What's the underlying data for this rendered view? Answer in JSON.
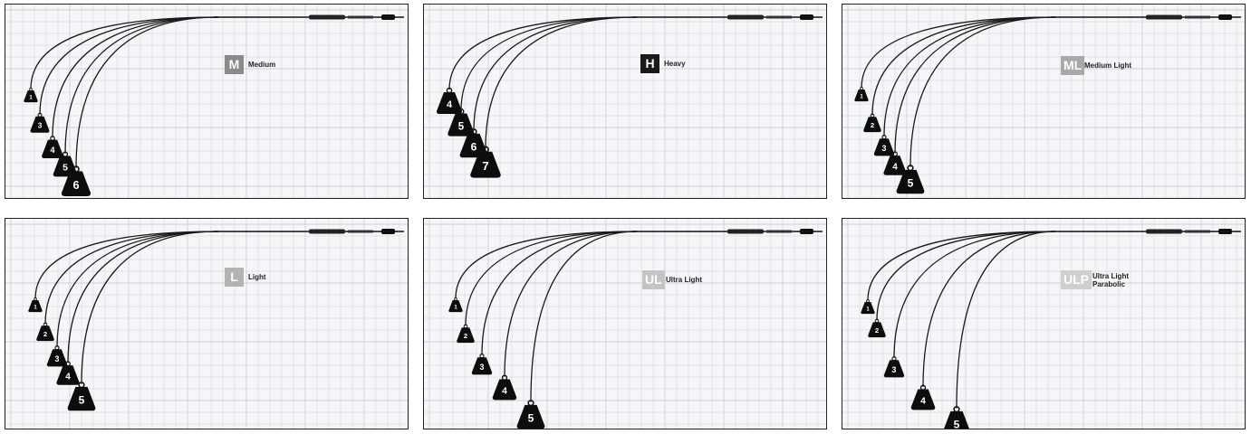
{
  "panels": [
    {
      "code": "M",
      "name": "Medium",
      "badge_color": "#8a8a8a",
      "weights": [
        "1",
        "3",
        "4",
        "5",
        "6"
      ]
    },
    {
      "code": "H",
      "name": "Heavy",
      "badge_color": "#1a1a1a",
      "weights": [
        "4",
        "5",
        "6",
        "7"
      ]
    },
    {
      "code": "ML",
      "name": "Medium Light",
      "badge_color": "#a9a9a9",
      "weights": [
        "1",
        "2",
        "3",
        "4",
        "5"
      ]
    },
    {
      "code": "L",
      "name": "Light",
      "badge_color": "#b3b3b3",
      "weights": [
        "1",
        "2",
        "3",
        "4",
        "5"
      ]
    },
    {
      "code": "UL",
      "name": "Ultra Light",
      "badge_color": "#c4c4c4",
      "weights": [
        "1",
        "2",
        "3",
        "4",
        "5"
      ]
    },
    {
      "code": "ULP",
      "name": "Ultra Light Parabolic",
      "badge_color": "#cfcfcf",
      "weights": [
        "1",
        "2",
        "3",
        "4",
        "5"
      ]
    }
  ]
}
